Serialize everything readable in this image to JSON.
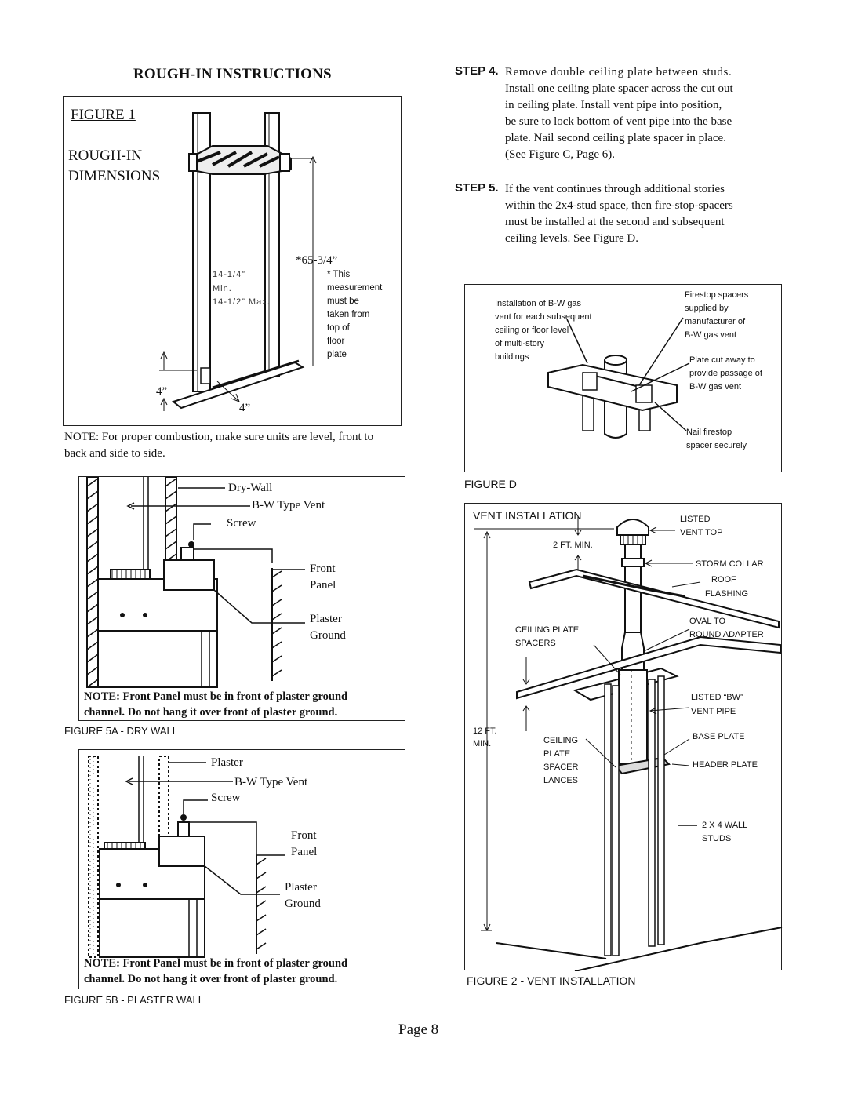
{
  "title": "ROUGH-IN INSTRUCTIONS",
  "fig1": {
    "label": "FIGURE 1",
    "subtitle_line1": "ROUGH-IN",
    "subtitle_line2": "DIMENSIONS",
    "height_dim": "*65-3/4”",
    "width_line1": "14-1/4”",
    "width_line2": "Min.",
    "width_line3": "14-1/2” Max.",
    "footnote": [
      "* This",
      "measurement",
      "must be",
      "taken from",
      "top of",
      "floor",
      "plate"
    ],
    "dim_left": "4”",
    "dim_bottom": "4”"
  },
  "note_combustion": "NOTE: For proper combustion, make sure units are level, front to back and side to side.",
  "fig5a": {
    "labels": {
      "drywall": "Dry-Wall",
      "vent": "B-W Type Vent",
      "screw": "Screw",
      "front": "Front",
      "panel": "Panel",
      "plaster": "Plaster",
      "ground": "Ground"
    },
    "note_line1": "NOTE: Front Panel must be in front of plaster ground",
    "note_line2": "channel. Do not hang it over front of plaster ground.",
    "caption": "FIGURE 5A - DRY WALL"
  },
  "fig5b": {
    "labels": {
      "plaster_top": "Plaster",
      "vent": "B-W Type Vent",
      "screw": "Screw",
      "front": "Front",
      "panel": "Panel",
      "plaster": "Plaster",
      "ground": "Ground"
    },
    "note_line1": "NOTE: Front Panel must be in front of plaster ground",
    "note_line2": "channel. Do not hang it over front of plaster ground.",
    "caption": "FIGURE 5B - PLASTER WALL"
  },
  "step4": {
    "label": "STEP 4.",
    "lines": [
      "Remove double ceiling plate between studs.",
      "Install one ceiling plate spacer across the cut out",
      "in ceiling plate. Install vent pipe into position,",
      "be sure to lock bottom of vent pipe into the base",
      "plate. Nail second ceiling plate spacer in place.",
      "(See Figure C, Page 6)."
    ]
  },
  "step5": {
    "label": "STEP 5.",
    "lines": [
      "If the vent continues through additional stories",
      "within the 2x4-stud space, then fire-stop-spacers",
      "must be installed at the second and subsequent",
      "ceiling levels. See Figure D."
    ]
  },
  "figD": {
    "left_text": [
      "Installation of B-W gas",
      "vent for each subsequent",
      "ceiling or floor level",
      "of multi-story",
      "buildings"
    ],
    "right_top": [
      "Firestop spacers",
      "supplied by",
      "manufacturer of",
      "B-W gas vent"
    ],
    "right_mid": [
      "Plate cut away to",
      "provide passage of",
      "B-W gas vent"
    ],
    "right_bot": [
      "Nail firestop",
      "spacer securely"
    ],
    "caption": "FIGURE D"
  },
  "fig2": {
    "heading": "VENT INSTALLATION",
    "two_ft": "2 FT. MIN.",
    "listed_vent_top": [
      "LISTED",
      "VENT TOP"
    ],
    "storm_collar": "STORM COLLAR",
    "roof_flashing": [
      "ROOF",
      "FLASHING"
    ],
    "oval_adapter": [
      "OVAL TO",
      "ROUND ADAPTER"
    ],
    "ceiling_plate_spacers": [
      "CEILING PLATE",
      "SPACERS"
    ],
    "listed_bw": [
      "LISTED “BW”",
      "VENT PIPE"
    ],
    "twelve_ft": [
      "12 FT.",
      "MIN."
    ],
    "ceiling_lances": [
      "CEILING",
      "PLATE",
      "SPACER",
      "LANCES"
    ],
    "base_plate": "BASE PLATE",
    "header_plate": "HEADER PLATE",
    "wall_studs": [
      "2 X 4 WALL",
      "STUDS"
    ],
    "caption": "FIGURE 2 - VENT INSTALLATION"
  },
  "page": "Page 8"
}
